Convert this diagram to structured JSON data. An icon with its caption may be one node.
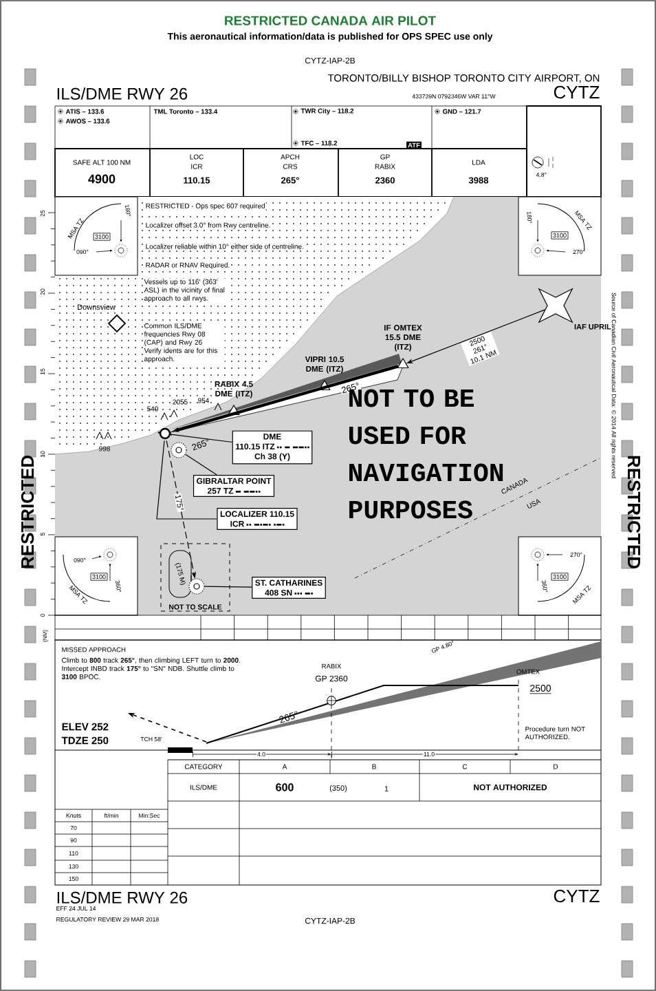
{
  "diagram": {
    "title": "RESTRICTED CANADA AIR PILOT",
    "nodes": [
      {
        "text": [
          "IAF UPRIL"
        ]
      },
      {
        "text": [
          "IF OMTEX 15.5 DME (ITZ)"
        ]
      },
      {
        "text": [
          "VIPRI 10.5 DME (ITZ)"
        ]
      },
      {
        "text": [
          "RABIX 4.5 DME (ITZ)"
        ]
      },
      {
        "text": [],
        "shape": "circle"
      },
      {
        "text": [
          "DME",
          "110.15 ITZ",
          "Ch 38 (Y)"
        ]
      },
      {
        "text": [
          "GIBRALTAR POINT",
          "257 TZ"
        ]
      },
      {
        "text": [],
        "shape": "circle"
      },
      {
        "text": [
          "LOCALIZER 110.15",
          "ICR"
        ]
      },
      {
        "text": [
          "NOT TO SCALE"
        ]
      },
      {
        "text": [],
        "shape": "circle",
        "in": 9
      },
      {
        "text": [
          "ST. CATHARINES",
          "408 SN"
        ]
      }
    ],
    "edges": [
      {
        "from": 0,
        "to": 1,
        "arrow": "to",
        "label": "2500 261° 10.1 NM"
      },
      {
        "from": 1,
        "to": 4,
        "arrow": "to",
        "label": "265°",
        "style": "thick"
      },
      {
        "from": 4,
        "to": 10,
        "arrow": "to",
        "label": "175°",
        "style": "dashed"
      },
      {
        "from": 5,
        "to": 4,
        "arrow": "none"
      },
      {
        "from": 6,
        "to": 7,
        "arrow": "none"
      },
      {
        "from": 8,
        "to": 4,
        "arrow": "none"
      },
      {
        "from": 11,
        "to": 10,
        "arrow": "none"
      }
    ],
    "labels": [
      "This aeronautical information/data is published for OPS SPEC use only",
      "CYTZ-IAP-2B",
      "TORONTO/BILLY BISHOP TORONTO CITY AIRPORT, ON",
      "ILS/DME RWY 26",
      "433739N 0792346W VAR 11°W",
      "CYTZ",
      "ATIS – 133.6",
      "AWOS – 133.6",
      "TML Toronto – 133.4",
      "TWR City – 118.2",
      "TFC – 118.2",
      "ATF",
      "GND – 121.7",
      "4.8°",
      "SAFE ALT 100 NM",
      "4900",
      "LOC",
      "ICR",
      "110.15",
      "APCH",
      "CRS",
      "265°",
      "GP",
      "RABIX",
      "2360",
      "LDA",
      "3988",
      "RESTRICTED - Ops spec 607 required",
      "Localizer offset 3.0° from Rwy centreline.",
      "Localizer reliable within 10° either side of centreline.",
      "RADAR or RNAV Required.",
      "Vessels up to 116' (363' ASL) in the vicinity of final approach to all rwys.",
      "Common ILS/DME frequencies Rwy 08 (CAP) and Rwy 26 Verify idents are for this approach.",
      "MSA TZ",
      "3100",
      "180°",
      "090°",
      "MSA TZ",
      "3100",
      "180°",
      "270°",
      "Downsview",
      "2055",
      "954",
      "540",
      "998",
      "265°",
      "CANADA",
      "USA",
      "NOT TO BE USED FOR NAVIGATION PURPOSES",
      "(175 M)",
      "RESTRICTED",
      "RESTRICTED",
      "Source of Canadian Civil Aeronautical Data: © 2014 All rights reserved",
      "25",
      "20",
      "15",
      "10",
      "5",
      "0",
      "(NM)",
      "MISSED APPROACH",
      "Climb to **800** track **265°**, then climbing LEFT turn to **2000**. Intercept INBD track **175°** to \"SN\" NDB. Shuttle climb to **3100** BPOC.",
      "GP 4.80°",
      "RABIX",
      "GP 2360",
      "OMTEX",
      "2500",
      "265°",
      "Procedure turn NOT AUTHORIZED.",
      "ELEV 252",
      "TDZE 250",
      "TCH 58'",
      "4.0",
      "11.0",
      "CATEGORY",
      "A",
      "B",
      "C",
      "D",
      "ILS/DME",
      "600",
      "(350)",
      "1",
      "NOT AUTHORIZED",
      "Knots",
      "ft/min",
      "Min:Sec",
      "70",
      "90",
      "110",
      "130",
      "150",
      "ILS/DME RWY 26",
      "CYTZ",
      "EFF 24 JUL 14",
      "REGULATORY REVIEW 29 MAR 2018",
      "CYTZ-IAP-2B",
      "090°",
      "3100",
      "360°",
      "MSA TZ",
      "270°",
      "3100",
      "360°",
      "MSA TZ"
    ]
  }
}
